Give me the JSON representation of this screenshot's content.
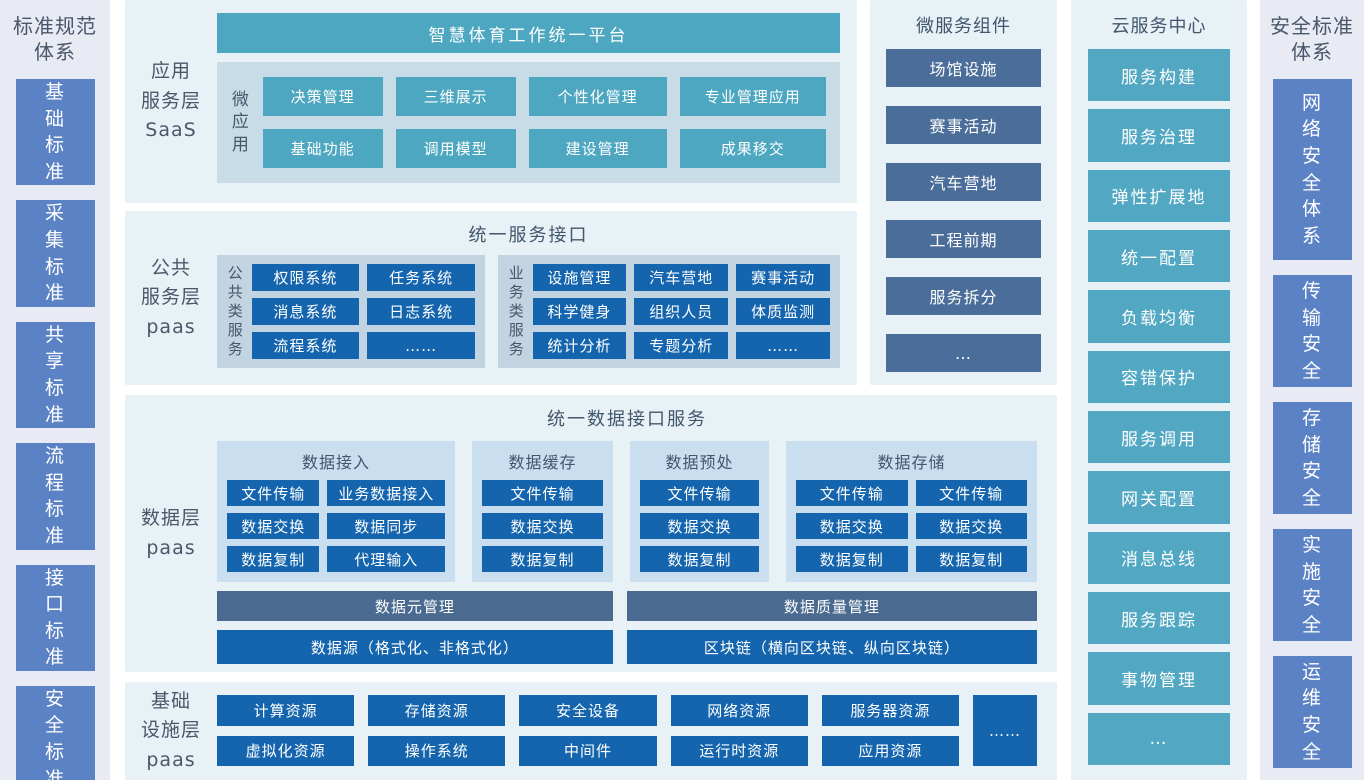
{
  "colors": {
    "teal": "#4da7c1",
    "deep_blue": "#1565ae",
    "slate_blue": "#4a6d99",
    "cornflower": "#5b82c5",
    "panel_light": "#e7f1f6",
    "sidebar_light": "#e8eaf4"
  },
  "left_sidebar": {
    "title_lines": [
      "标准规范",
      "体系"
    ],
    "items": [
      "基础标准",
      "采集标准",
      "共享标准",
      "流程标准",
      "接口标准",
      "安全标准"
    ]
  },
  "app_layer": {
    "label_lines": [
      "应用",
      "服务层",
      "SaaS"
    ],
    "platform_header": "智慧体育工作统一平台",
    "micro_label": "微应用",
    "buttons": [
      "决策管理",
      "三维展示",
      "个性化管理",
      "专业管理应用",
      "基础功能",
      "调用模型",
      "建设管理",
      "成果移交"
    ]
  },
  "public_layer": {
    "label_lines": [
      "公共",
      "服务层",
      "paas"
    ],
    "title": "统一服务接口",
    "common_group": {
      "side_label": "公共类服务",
      "buttons": [
        "权限系统",
        "任务系统",
        "消息系统",
        "日志系统",
        "流程系统",
        "……"
      ]
    },
    "business_group": {
      "side_label": "业务类服务",
      "buttons": [
        "设施管理",
        "汽车营地",
        "赛事活动",
        "科学健身",
        "组织人员",
        "体质监测",
        "统计分析",
        "专题分析",
        "……"
      ]
    }
  },
  "data_layer": {
    "label_lines": [
      "数据层",
      "paas"
    ],
    "title": "统一数据接口服务",
    "groups": [
      {
        "title": "数据接入",
        "buttons": [
          "文件传输",
          "业务数据接入",
          "数据交换",
          "数据同步",
          "数据复制",
          "代理输入"
        ]
      },
      {
        "title": "数据缓存",
        "buttons": [
          "文件传输",
          "数据交换",
          "数据复制"
        ]
      },
      {
        "title": "数据预处",
        "buttons": [
          "文件传输",
          "数据交换",
          "数据复制"
        ]
      },
      {
        "title": "数据存储",
        "buttons": [
          "文件传输",
          "文件传输",
          "数据交换",
          "数据交换",
          "数据复制",
          "数据复制"
        ]
      }
    ],
    "manage_bars": [
      "数据元管理",
      "数据质量管理"
    ],
    "source_bars": [
      "数据源（格式化、非格式化）",
      "区块链（横向区块链、纵向区块链）"
    ]
  },
  "infra_layer": {
    "label_lines": [
      "基础",
      "设施层",
      "paas"
    ],
    "row1": [
      "计算资源",
      "存储资源",
      "安全设备",
      "网络资源",
      "服务器资源"
    ],
    "row2": [
      "虚拟化资源",
      "操作系统",
      "中间件",
      "运行时资源",
      "应用资源"
    ],
    "more": "……"
  },
  "microservices": {
    "title": "微服务组件",
    "items": [
      "场馆设施",
      "赛事活动",
      "汽车营地",
      "工程前期",
      "服务拆分",
      "…"
    ]
  },
  "cloud_center": {
    "title": "云服务中心",
    "items": [
      "服务构建",
      "服务治理",
      "弹性扩展地",
      "统一配置",
      "负载均衡",
      "容错保护",
      "服务调用",
      "网关配置",
      "消息总线",
      "服务跟踪",
      "事物管理",
      "…"
    ]
  },
  "right_sidebar": {
    "title_lines": [
      "安全标准",
      "体系"
    ],
    "items": [
      "网络安全体系",
      "传输安全",
      "存储安全",
      "实施安全",
      "运维安全"
    ]
  }
}
